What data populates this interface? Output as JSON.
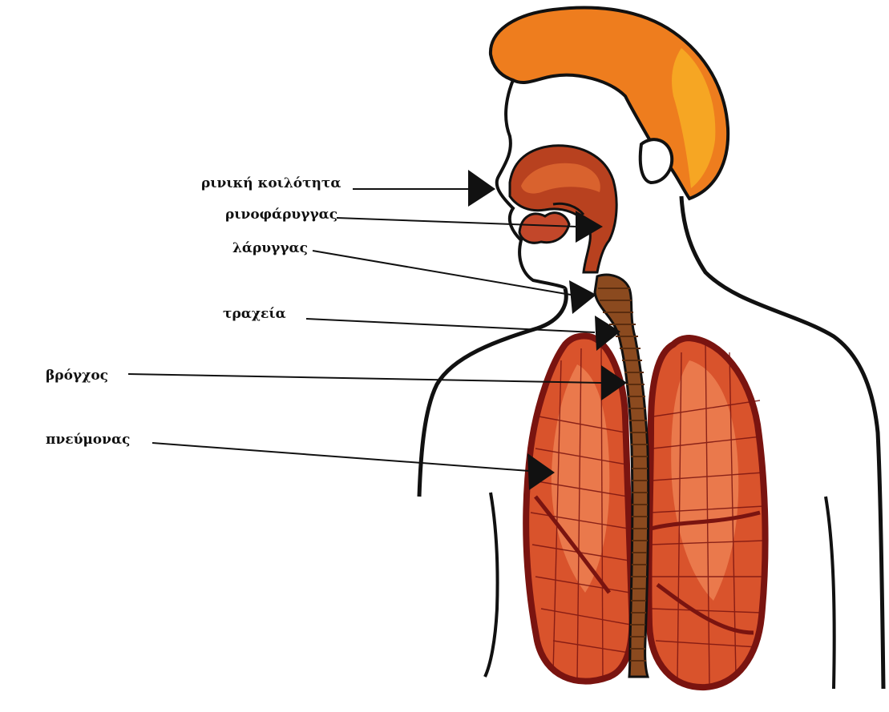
{
  "labels": {
    "nasal_cavity": "ρινική κοιλότητα",
    "nasopharynx": "ρινοφάρυγγας",
    "larynx": "λάρυγγας",
    "trachea": "τραχεία",
    "bronchus": "βρόγχος",
    "lung": "πνεύμονας"
  },
  "colors": {
    "hair": "#ee7d1e",
    "hair_highlight": "#f6a623",
    "outline": "#111111",
    "lung_fill": "#d9532c",
    "lung_light": "#ef8557",
    "lung_dark": "#b8311a",
    "lung_rim": "#7a1410",
    "trachea": "#8b4a1f",
    "trachea_dark": "#5a2c0e",
    "airway": "#b8411f",
    "airway_light": "#d9622e"
  }
}
